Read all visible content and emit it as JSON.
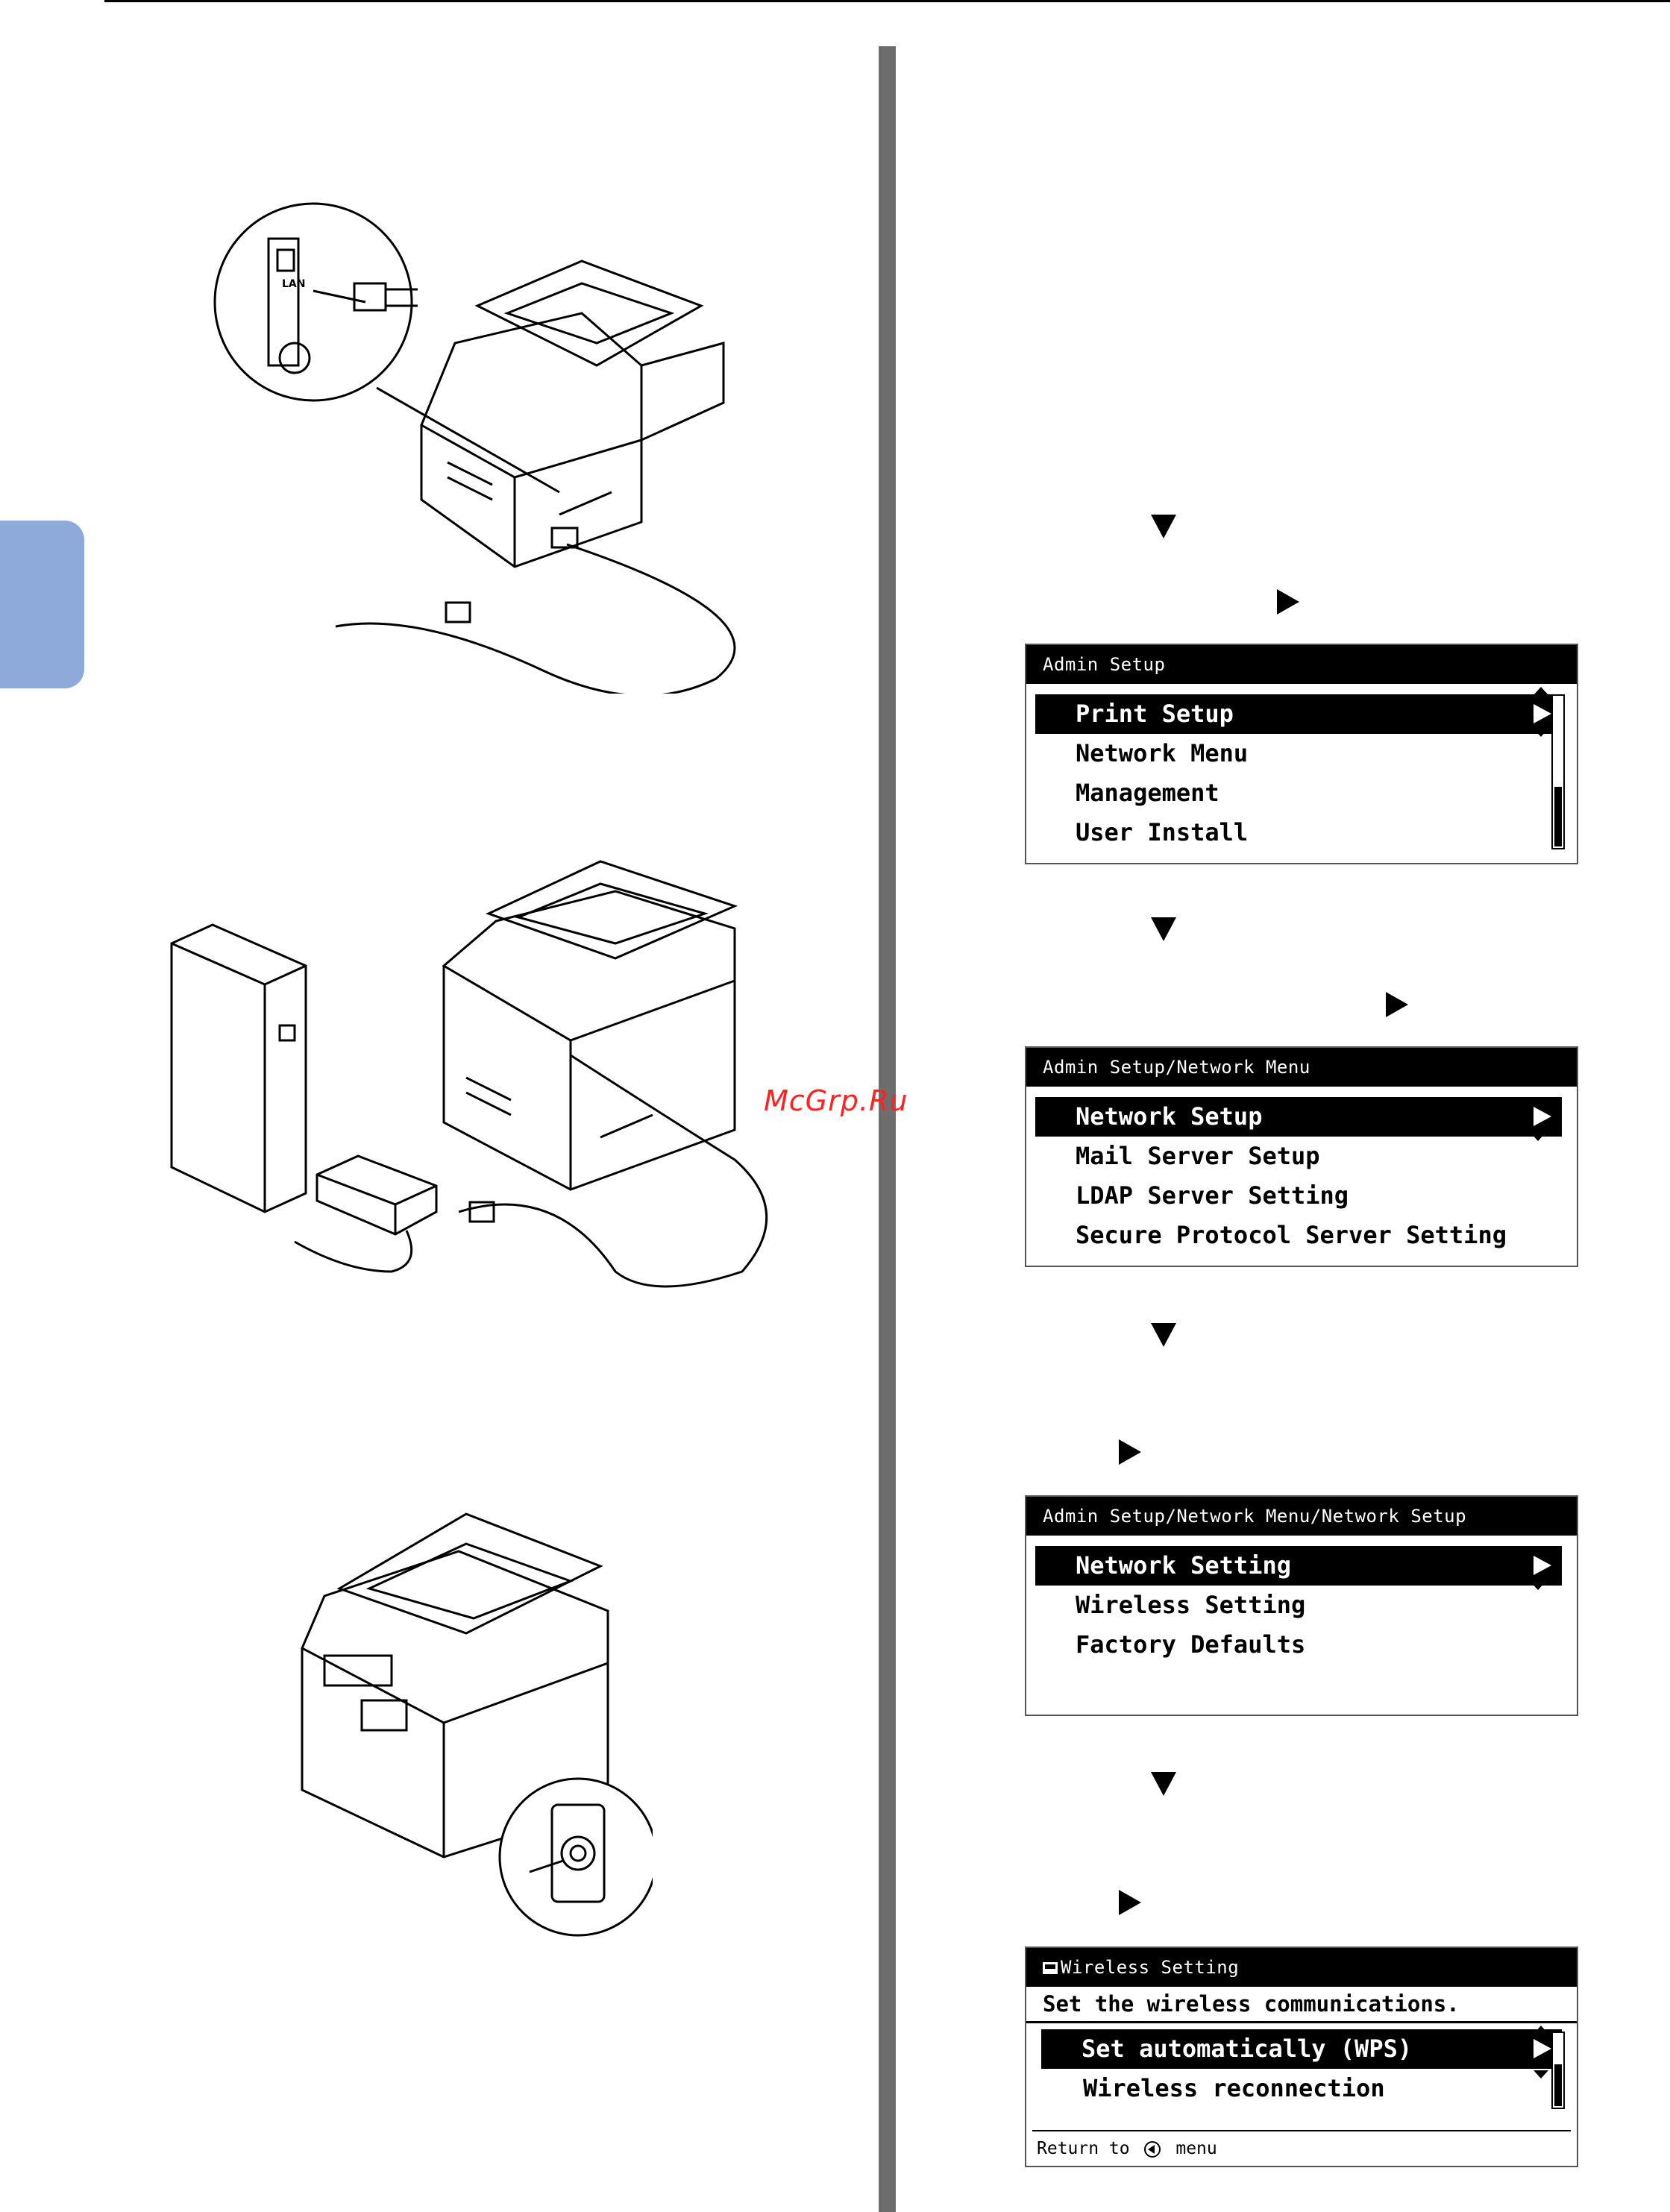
{
  "watermark": "McGrp.Ru",
  "screens": [
    {
      "title": "Admin Setup",
      "items": [
        "Print Setup",
        "Network Menu",
        "Management",
        "User Install"
      ],
      "selected_index": 0
    },
    {
      "title": "Admin Setup/Network Menu",
      "items": [
        "Network Setup",
        "Mail Server Setup",
        "LDAP Server Setting",
        "Secure Protocol Server Setting"
      ],
      "selected_index": 0
    },
    {
      "title": "Admin Setup/Network Menu/Network Setup",
      "items": [
        "Network Setting",
        "Wireless Setting",
        "Factory Defaults"
      ],
      "selected_index": 0
    },
    {
      "title": "Wireless Setting",
      "subtitle": "Set the wireless communications.",
      "items": [
        "Set automatically (WPS)",
        "Wireless reconnection"
      ],
      "selected_index": 0,
      "footer_pre": "Return to",
      "footer_post": "menu"
    }
  ],
  "illustrations": {
    "lan_port_label": "LAN",
    "accent_tab_color": "#8eaadb"
  }
}
